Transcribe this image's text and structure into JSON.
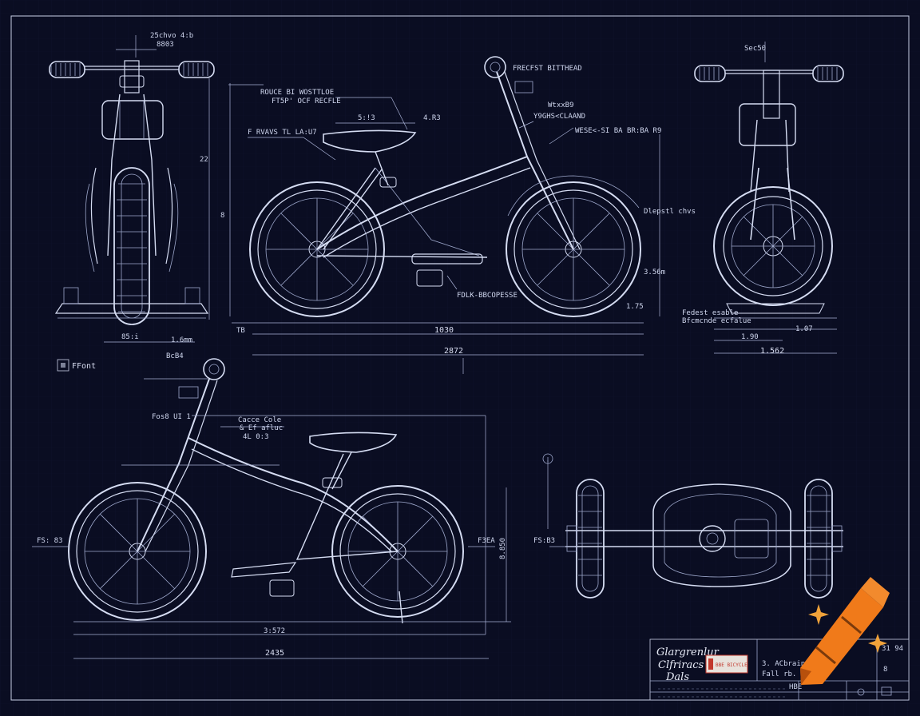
{
  "colors": {
    "background": "#0a0d22",
    "ink": "#d5dcf2",
    "accent": "#f07a1a",
    "stamp": "#c2382d"
  },
  "views": {
    "front": {
      "top_label": "25chvo 4:b",
      "top_sub": "8803",
      "side_dim": "22",
      "bottom_dim_1": "85:i",
      "bottom_dim_2": "1.6mm"
    },
    "side_top": {
      "note_1_line_1": "ROUCE BI WOSTTLOE",
      "note_1_line_2": "FT5P' OCF RECFLE",
      "note_2": "F RVAVS TL LA:U7",
      "dim_a": "5:!3",
      "dim_b": "4.R3",
      "top_note": "FRECFST BITTHEAD",
      "note_3_line_1": "WtxxB9",
      "note_3_line_2": "Y9GHS<CLAAND",
      "note_4": "WESE<-SI BA BR:BA R9",
      "right_note": "Dlepstl chvs",
      "right_dim": "3.56m",
      "bottom_right_dim": "1.75",
      "pedal_note": "FDLK-BBCOPESSE",
      "small_dim": "TB",
      "overall_1": "1030",
      "overall_2": "2872",
      "left_dim": "8"
    },
    "rear": {
      "top_label": "Sec50",
      "note_line_1": "Fedest esable",
      "note_line_2": "Bfcmcnde ecfalue",
      "bottom_dim_1": "1.90",
      "bottom_dim_2": "1.07",
      "bottom_dim_3": "1.562"
    },
    "front_label": "FFont",
    "perspective": {
      "top_label": "BcB4",
      "note_1": "Fos8 UI 1",
      "note_2_line_1": "Cacce Cole",
      "note_2_line_2": "& Ef afluc",
      "note_2_line_3": "4L 0:3",
      "left_dim": "FS: 83",
      "right_dim": "F3EA",
      "height_dim": "8.850",
      "bottom_dim_1": "3:572",
      "bottom_dim_2": "2435"
    },
    "top_view": {
      "left_dim": "FS:B3"
    }
  },
  "title_block": {
    "line_1": "Glargrenlur",
    "line_2": "Clfriracs",
    "line_3": "Dals",
    "stamp": "BBE BICYCLE",
    "desc_1": "3. ACbraing Al",
    "desc_2": "Fall rb. Bosb",
    "right_1": "31 94",
    "right_2": "8",
    "bottom_code": "HBE"
  }
}
